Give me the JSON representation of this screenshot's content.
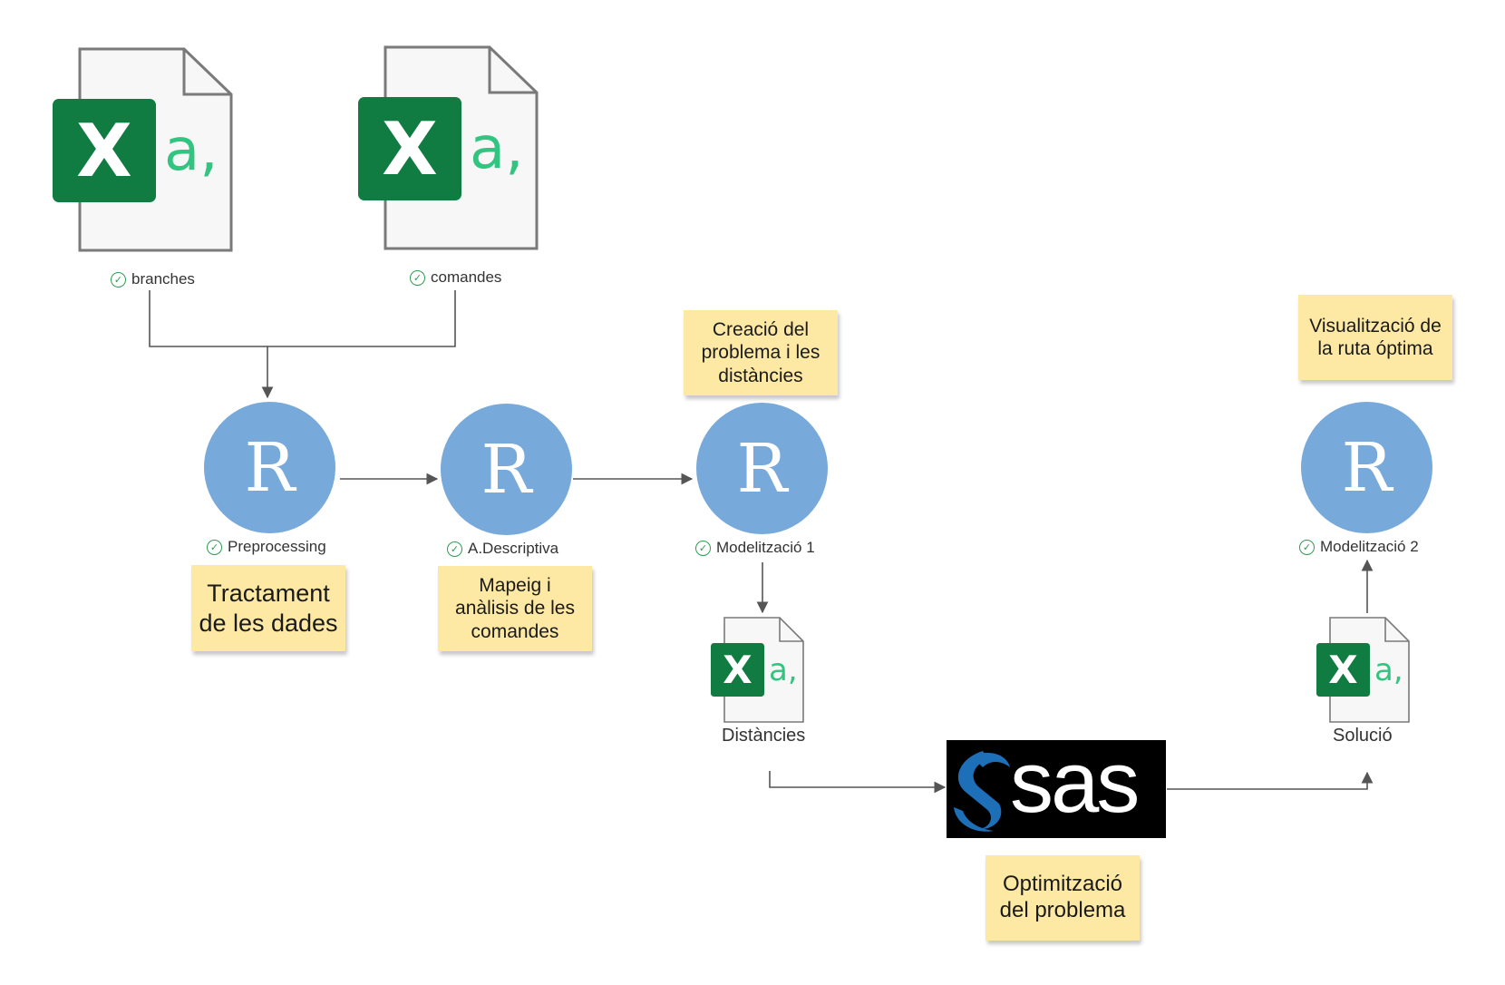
{
  "colors": {
    "excel_green": "#107c41",
    "excel_letter": "#33c481",
    "r_node": "#78a9db",
    "sticky_note": "#fde9a3",
    "check_green": "#2e9b52",
    "connector": "#555555",
    "sas_blue": "#1d6fb8"
  },
  "icons": {
    "excel_letter": "X",
    "excel_subletter": "a,",
    "r_letter": "R",
    "check": "✓"
  },
  "files": {
    "branches": {
      "icon": "excel-file-icon",
      "label": "branches"
    },
    "comandes": {
      "icon": "excel-file-icon",
      "label": "comandes"
    },
    "distancies": {
      "icon": "excel-file-icon",
      "label": "Distàncies"
    },
    "solucio": {
      "icon": "excel-file-icon",
      "label": "Solució"
    }
  },
  "r_nodes": {
    "preprocessing": {
      "icon": "r-logo-icon",
      "label": "Preprocessing"
    },
    "descriptiva": {
      "icon": "r-logo-icon",
      "label": "A.Descriptiva"
    },
    "modelitzacio1": {
      "icon": "r-logo-icon",
      "label": "Modelització 1"
    },
    "modelitzacio2": {
      "icon": "r-logo-icon",
      "label": "Modelització 2"
    }
  },
  "sas": {
    "icon": "sas-logo",
    "text": "sas"
  },
  "notes": {
    "tractament": "Tractament\nde les dades",
    "mapeig": "Mapeig i\nanàlisis de les\ncomandes",
    "creacio": "Creació del\nproblema i les\ndistàncies",
    "visualitzacio": "Visualització de\nla ruta óptima",
    "optimitzacio": "Optimització\ndel problema"
  }
}
